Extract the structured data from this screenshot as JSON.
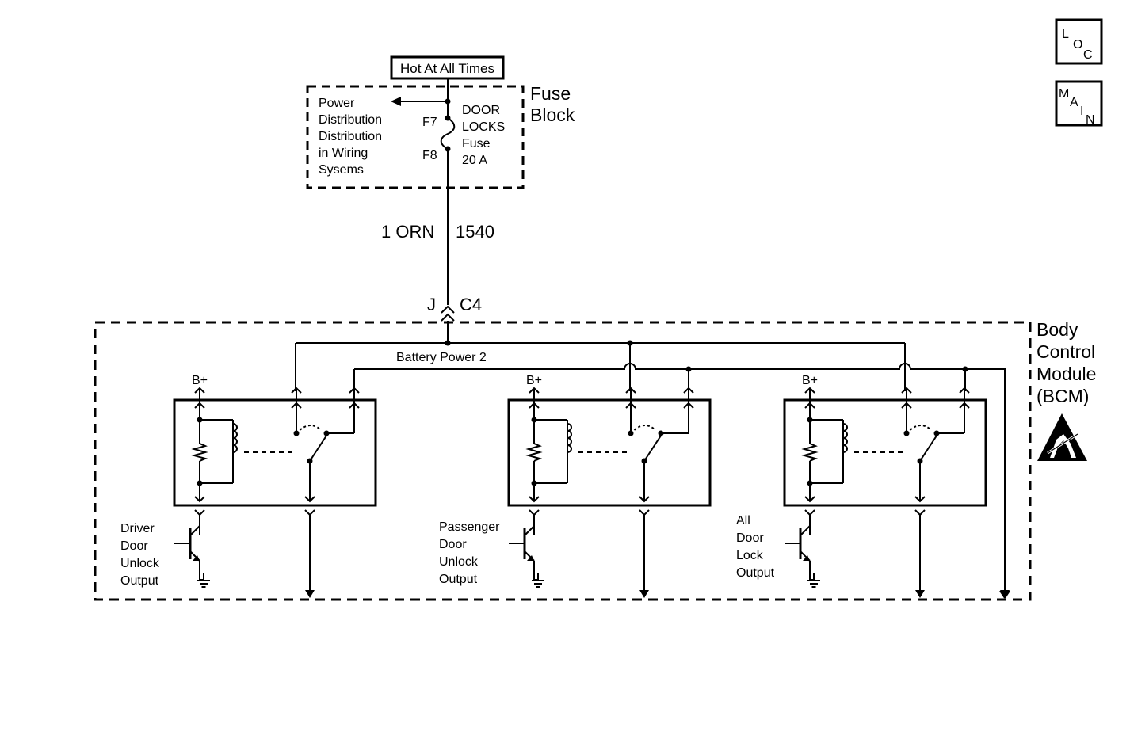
{
  "nav": {
    "loc": {
      "l1": "L",
      "l2": "O",
      "l3": "C"
    },
    "main": {
      "l1": "M",
      "l2": "A",
      "l3": "I",
      "l4": "N"
    }
  },
  "header": {
    "hot_label": "Hot At All Times"
  },
  "fuse_block": {
    "title_line1": "Fuse",
    "title_line2": "Block",
    "power_dist": [
      "Power",
      "Distribution",
      "Distribution",
      "in Wiring",
      "Sysems"
    ],
    "fuse_top_terminal": "F7",
    "fuse_bottom_terminal": "F8",
    "fuse_label": [
      "DOOR",
      "LOCKS",
      "Fuse",
      "20 A"
    ]
  },
  "wire": {
    "gauge_color": "1 ORN",
    "circuit": "1540"
  },
  "connector": {
    "pin": "J",
    "name": "C4"
  },
  "bcm": {
    "title": [
      "Body",
      "Control",
      "Module",
      "(BCM)"
    ],
    "bus_label": "Battery Power 2",
    "bplus": "B+",
    "outputs": [
      {
        "lines": [
          "Driver",
          "Door",
          "Unlock",
          "Output"
        ]
      },
      {
        "lines": [
          "Passenger",
          "Door",
          "Unlock",
          "Output"
        ]
      },
      {
        "lines": [
          "All",
          "Door",
          "Lock",
          "Output"
        ]
      }
    ]
  }
}
